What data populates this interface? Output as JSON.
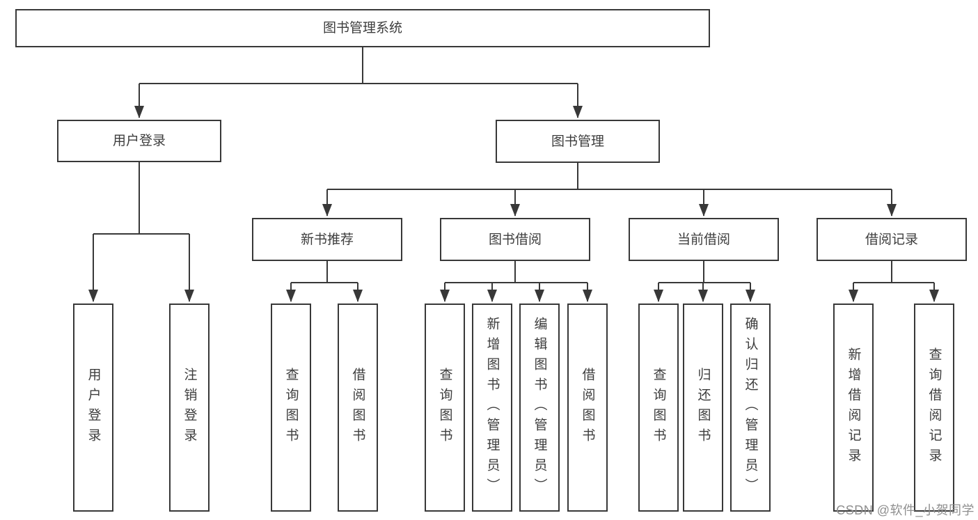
{
  "diagram": {
    "title": "图书管理系统",
    "level1": {
      "user_login": "用户登录",
      "book_mgmt": "图书管理"
    },
    "level2": {
      "new_books": "新书推荐",
      "book_borrow": "图书借阅",
      "current_borrow": "当前借阅",
      "borrow_records": "借阅记录"
    },
    "leaves": {
      "user_login": "用户登录",
      "logout": "注销登录",
      "query_books_new": "查询图书",
      "borrow_books_new": "借阅图书",
      "query_books_borrow": "查询图书",
      "add_books_admin": "新增图书（管理员）",
      "edit_books_admin": "编辑图书（管理员）",
      "borrow_books": "借阅图书",
      "query_books_current": "查询图书",
      "return_books": "归还图书",
      "confirm_return_admin": "确认归还（管理员）",
      "add_borrow_record": "新增借阅记录",
      "query_borrow_record": "查询借阅记录"
    },
    "hierarchy": {
      "图书管理系统": [
        "用户登录",
        "图书管理"
      ],
      "用户登录": [
        "用户登录",
        "注销登录"
      ],
      "图书管理": [
        "新书推荐",
        "图书借阅",
        "当前借阅",
        "借阅记录"
      ],
      "新书推荐": [
        "查询图书",
        "借阅图书"
      ],
      "图书借阅": [
        "查询图书",
        "新增图书（管理员）",
        "编辑图书（管理员）",
        "借阅图书"
      ],
      "当前借阅": [
        "查询图书",
        "归还图书",
        "确认归还（管理员）"
      ],
      "借阅记录": [
        "新增借阅记录",
        "查询借阅记录"
      ]
    },
    "colors": {
      "line": "#383838",
      "box_border": "#383838",
      "box_fill": "#ffffff",
      "text": "#3d3d3d",
      "background": "#ffffff",
      "watermark": "#8f8f8f"
    }
  },
  "watermark": {
    "text": "CSDN @软件_小贺同学"
  }
}
